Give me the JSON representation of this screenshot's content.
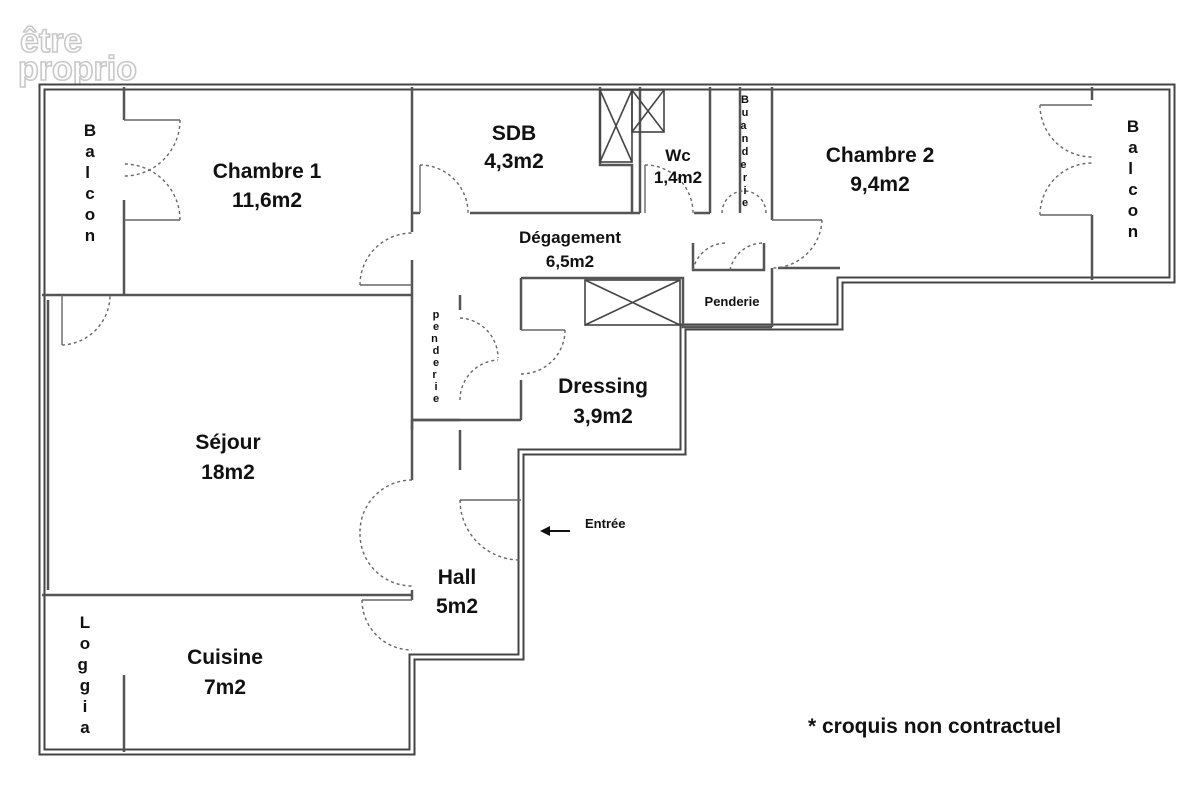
{
  "watermark": {
    "line1": "être",
    "line2": "proprio"
  },
  "rooms": {
    "balcon_left": "Balcon",
    "chambre1": {
      "name": "Chambre 1",
      "area": "11,6m2"
    },
    "sdb": {
      "name": "SDB",
      "area": "4,3m2"
    },
    "wc": {
      "name": "Wc",
      "area": "1,4m2"
    },
    "buanderie": "Buanderie",
    "chambre2": {
      "name": "Chambre 2",
      "area": "9,4m2"
    },
    "balcon_right": "Balcon",
    "degagement": {
      "name": "Dégagement",
      "area": "6,5m2"
    },
    "penderie_top": "Penderie",
    "penderie_side": "penderie",
    "dressing": {
      "name": "Dressing",
      "area": "3,9m2"
    },
    "sejour": {
      "name": "Séjour",
      "area": "18m2"
    },
    "hall": {
      "name": "Hall",
      "area": "5m2"
    },
    "entree": "Entrée",
    "loggia": "Loggia",
    "cuisine": {
      "name": "Cuisine",
      "area": "7m2"
    }
  },
  "footnote": "*  croquis non contractuel",
  "colors": {
    "wall": "#444444",
    "door": "#666666",
    "text": "#111111"
  }
}
